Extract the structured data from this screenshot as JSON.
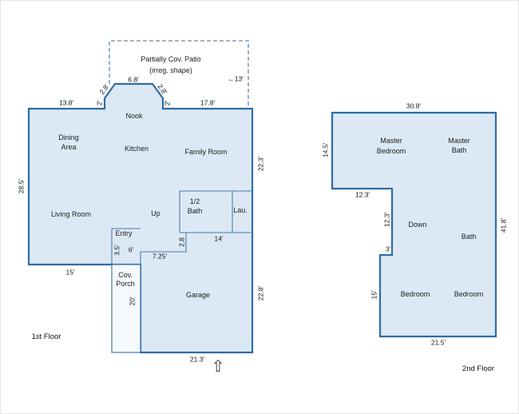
{
  "colors": {
    "wall": "#2e6da4",
    "room_fill": "#dce9f5",
    "porch_fill": "#f5f9fd"
  },
  "icons": {
    "north_arrow": "⇧"
  },
  "floor1": {
    "name": "1st Floor",
    "rooms": {
      "patio_line1": "Partially Cov. Patio",
      "patio_line2": "(irreg. shape)",
      "nook": "Nook",
      "dining_line1": "Dining",
      "dining_line2": "Area",
      "kitchen": "Kitchen",
      "family_room": "Family Room",
      "living_room": "Living Room",
      "up": "Up",
      "half_bath_line1": "1/2",
      "half_bath_line2": "Bath",
      "laundry": "Lau.",
      "entry": "Entry",
      "porch_line1": "Cov.",
      "porch_line2": "Porch",
      "garage": "Garage"
    },
    "dims": {
      "top_left": "13.8'",
      "nook_width": "6.8'",
      "nook_angle_left": "2.8'",
      "nook_angle_right": "2.8'",
      "nook_side_left": "2'",
      "nook_side_right": "2'",
      "top_right": "17.8'",
      "patio_depth": "←13'",
      "right_upper": "22.3'",
      "left_side": "28.5'",
      "living_bottom": "15'",
      "entry_height": "3.5'",
      "entry_width": "6'",
      "entry_back": "7.25'",
      "garage_step": "2.8",
      "garage_top": "14'",
      "porch_depth": "20'",
      "right_lower": "22.8'",
      "garage_bottom": "21.3'"
    }
  },
  "floor2": {
    "name": "2nd Floor",
    "rooms": {
      "master_bedroom_line1": "Master",
      "master_bedroom_line2": "Bedroom",
      "master_bath_line1": "Master",
      "master_bath_line2": "Bath",
      "down": "Down",
      "bath": "Bath",
      "bedroom_left": "Bedroom",
      "bedroom_right": "Bedroom"
    },
    "dims": {
      "top_width": "30.8'",
      "upper_left": "14.5'",
      "step_width": "12.3'",
      "step_height": "12.3'",
      "small_step": "3'",
      "lower_left": "15'",
      "right_side": "41.8'",
      "bottom_width": "21.5'"
    }
  }
}
